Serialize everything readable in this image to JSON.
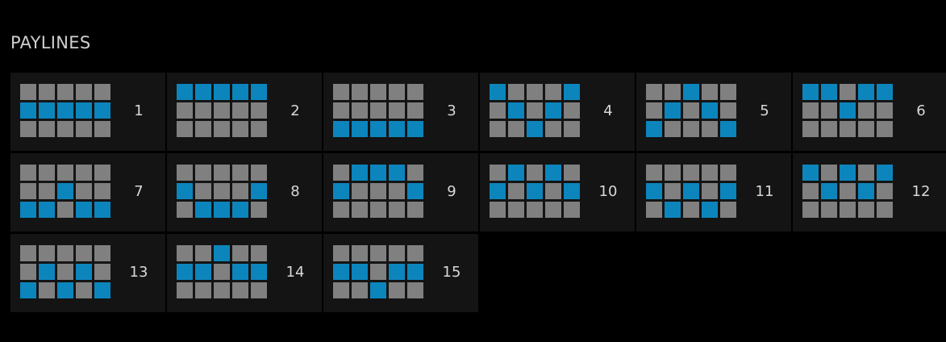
{
  "title": "PAYLINES",
  "colors": {
    "background": "#000000",
    "card": "#141414",
    "cell_off": "#808080",
    "cell_on": "#0c85bd",
    "text": "#d8d8d8"
  },
  "paylines": [
    {
      "number": "1",
      "rows": [
        1,
        1,
        1,
        1,
        1
      ]
    },
    {
      "number": "2",
      "rows": [
        0,
        0,
        0,
        0,
        0
      ]
    },
    {
      "number": "3",
      "rows": [
        2,
        2,
        2,
        2,
        2
      ]
    },
    {
      "number": "4",
      "rows": [
        0,
        1,
        2,
        1,
        0
      ]
    },
    {
      "number": "5",
      "rows": [
        2,
        1,
        0,
        1,
        2
      ]
    },
    {
      "number": "6",
      "rows": [
        0,
        0,
        1,
        0,
        0
      ]
    },
    {
      "number": "7",
      "rows": [
        2,
        2,
        1,
        2,
        2
      ]
    },
    {
      "number": "8",
      "rows": [
        1,
        2,
        2,
        2,
        1
      ]
    },
    {
      "number": "9",
      "rows": [
        1,
        0,
        0,
        0,
        1
      ]
    },
    {
      "number": "10",
      "rows": [
        1,
        0,
        1,
        0,
        1
      ]
    },
    {
      "number": "11",
      "rows": [
        1,
        2,
        1,
        2,
        1
      ]
    },
    {
      "number": "12",
      "rows": [
        0,
        1,
        0,
        1,
        0
      ]
    },
    {
      "number": "13",
      "rows": [
        2,
        1,
        2,
        1,
        2
      ]
    },
    {
      "number": "14",
      "rows": [
        1,
        1,
        0,
        1,
        1
      ]
    },
    {
      "number": "15",
      "rows": [
        1,
        1,
        2,
        1,
        1
      ]
    }
  ]
}
